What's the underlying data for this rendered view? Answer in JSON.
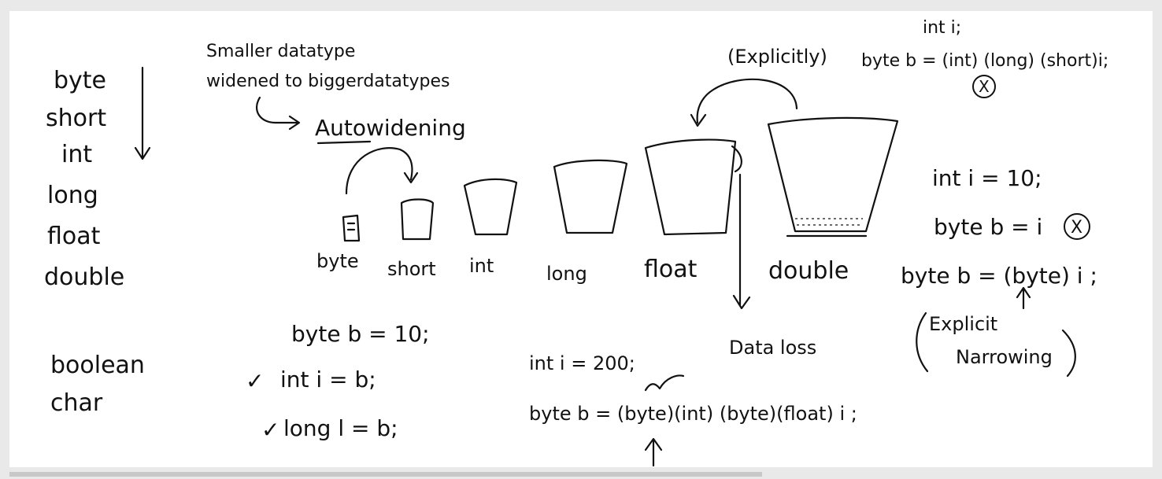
{
  "window": {
    "frame_color": "#e9e9e9",
    "board_color": "#ffffff",
    "ink_color": "#111111"
  },
  "sidebar": {
    "types_order": [
      "byte",
      "short",
      "int",
      "long",
      "float",
      "double"
    ],
    "other_types": [
      "boolean",
      "char"
    ]
  },
  "widening": {
    "note_line1": "Smaller datatype",
    "note_line2": "widened to biggerdatatypes",
    "label": "Autowidening"
  },
  "cups": [
    "byte",
    "short",
    "int",
    "long",
    "float",
    "double"
  ],
  "narrowing_top": {
    "label": "(Explicitly)",
    "line1": "int i;",
    "line2": "byte b = (int) (long) (short)i;"
  },
  "data_loss": "Data loss",
  "examples_widen": {
    "line1": "byte b = 10;",
    "line2": "int i = b;",
    "line3": "long l = b;"
  },
  "examples_cast": {
    "line1": "int i = 200;",
    "line2": "byte b = (byte)(int) (byte)(float) i ;"
  },
  "narrowing_right": {
    "line1": "int i = 10;",
    "line2": "byte b = i",
    "line3": "byte b = (byte) i ;",
    "label1": "Explicit",
    "label2": "Narrowing"
  },
  "marks": {
    "cross": "X",
    "check": "✓"
  }
}
